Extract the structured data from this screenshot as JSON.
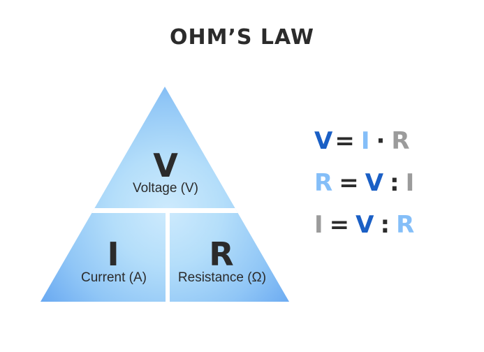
{
  "title": "OHM’S LAW",
  "colors": {
    "background": "#ffffff",
    "text_dark": "#2b2b2b",
    "dark_blue": "#1a5fc5",
    "light_blue": "#84bef8",
    "gray": "#9b9b9b",
    "triangle_center": "#cdeafd",
    "triangle_mid_inner": "#b4defa",
    "triangle_mid_outer": "#90c6f6",
    "triangle_edge": "#68a8f1",
    "divider_white": "#ffffff"
  },
  "triangle": {
    "top": {
      "symbol": "V",
      "label": "Voltage (V)"
    },
    "bottom_left": {
      "symbol": "I",
      "label": "Current (A)"
    },
    "bottom_right": {
      "symbol": "R",
      "label": "Resistance (Ω)"
    }
  },
  "equations": [
    {
      "name": "voltage-formula",
      "tokens": [
        {
          "text": "V",
          "role": "dark_blue"
        },
        {
          "text": "=",
          "role": "dark"
        },
        {
          "text": "I",
          "role": "light_blue"
        },
        {
          "text": "·",
          "role": "dark"
        },
        {
          "text": "R",
          "role": "gray"
        }
      ]
    },
    {
      "name": "resistance-formula",
      "tokens": [
        {
          "text": "R",
          "role": "light_blue"
        },
        {
          "text": "=",
          "role": "dark"
        },
        {
          "text": "V",
          "role": "dark_blue"
        },
        {
          "text": ":",
          "role": "dark"
        },
        {
          "text": "I",
          "role": "gray"
        }
      ]
    },
    {
      "name": "current-formula",
      "tokens": [
        {
          "text": "I",
          "role": "gray"
        },
        {
          "text": "=",
          "role": "dark"
        },
        {
          "text": "V",
          "role": "dark_blue"
        },
        {
          "text": ":",
          "role": "dark"
        },
        {
          "text": "R",
          "role": "light_blue"
        }
      ]
    }
  ]
}
